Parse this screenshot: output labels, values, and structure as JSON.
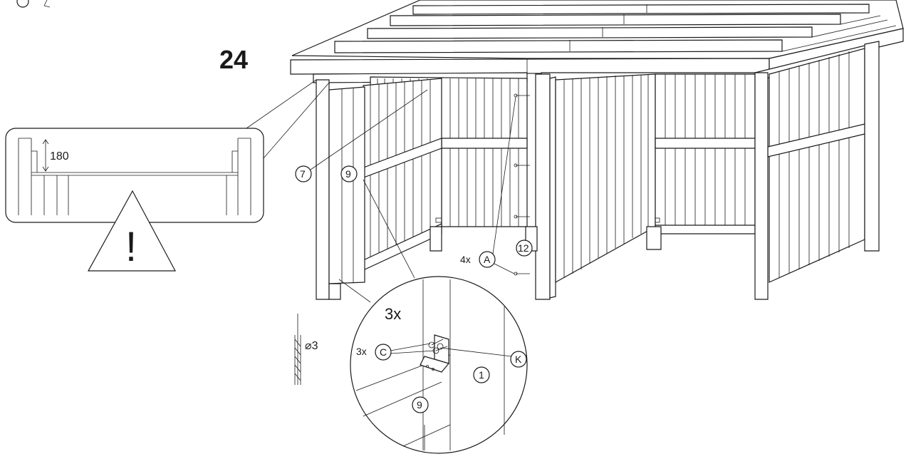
{
  "step_number": "24",
  "detail_top": {
    "dimension": "180",
    "warning_symbol": "!"
  },
  "parts": {
    "part_7": "7",
    "part_9": "9",
    "part_12": "12",
    "part_1": "1",
    "part_9_detail": "9",
    "part_A": "A",
    "part_C": "C",
    "part_K": "K"
  },
  "quantities": {
    "screws_A": "4x",
    "brackets": "3x",
    "screws_C": "3x"
  },
  "drill": {
    "diameter": "⌀3"
  },
  "colors": {
    "ink": "#1a1a1a",
    "paper": "#ffffff"
  }
}
